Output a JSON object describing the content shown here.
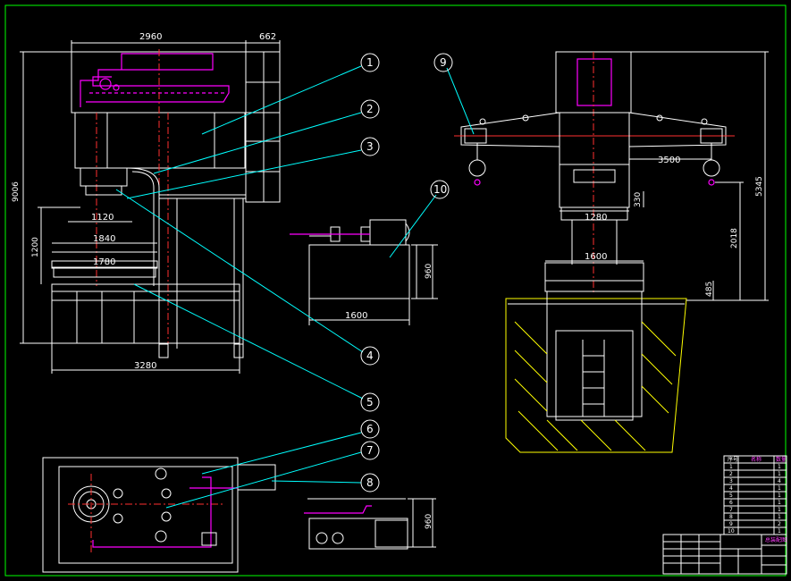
{
  "colors": {
    "background": "#000000",
    "frame": "#00ff00",
    "outline": "#ffffff",
    "centerline": "#ff3030",
    "leader": "#00ffff",
    "piping": "#ff00ff",
    "hatch": "#ffff00"
  },
  "front_view": {
    "dim_width_top": "2960",
    "dim_side": "662",
    "dim_height": "9006",
    "dim_1120": "1120",
    "dim_1200": "1200",
    "dim_1840": "1840",
    "dim_1780": "1780",
    "dim_base": "3280"
  },
  "side_view": {
    "dim_3500": "3500",
    "dim_5345": "5345",
    "dim_1280": "1280",
    "dim_330": "330",
    "dim_2018": "2018",
    "dim_1600": "1600",
    "dim_485": "485"
  },
  "pump_unit": {
    "dim_960": "960",
    "dim_1600": "1600"
  },
  "plan_detail": {
    "dim_960": "960"
  },
  "balloons": [
    "1",
    "2",
    "3",
    "4",
    "5",
    "6",
    "7",
    "8",
    "9",
    "10"
  ],
  "parts_table": {
    "header": [
      "序号",
      "名称",
      "数量"
    ],
    "rows": [
      [
        "1",
        "",
        "1"
      ],
      [
        "2",
        "",
        "1"
      ],
      [
        "3",
        "",
        "4"
      ],
      [
        "4",
        "",
        "1"
      ],
      [
        "5",
        "",
        "1"
      ],
      [
        "6",
        "",
        "1"
      ],
      [
        "7",
        "",
        "1"
      ],
      [
        "8",
        "",
        "1"
      ],
      [
        "9",
        "",
        "2"
      ],
      [
        "10",
        "",
        "1"
      ]
    ]
  },
  "title_block": {
    "drawing_no": "总装配图"
  }
}
